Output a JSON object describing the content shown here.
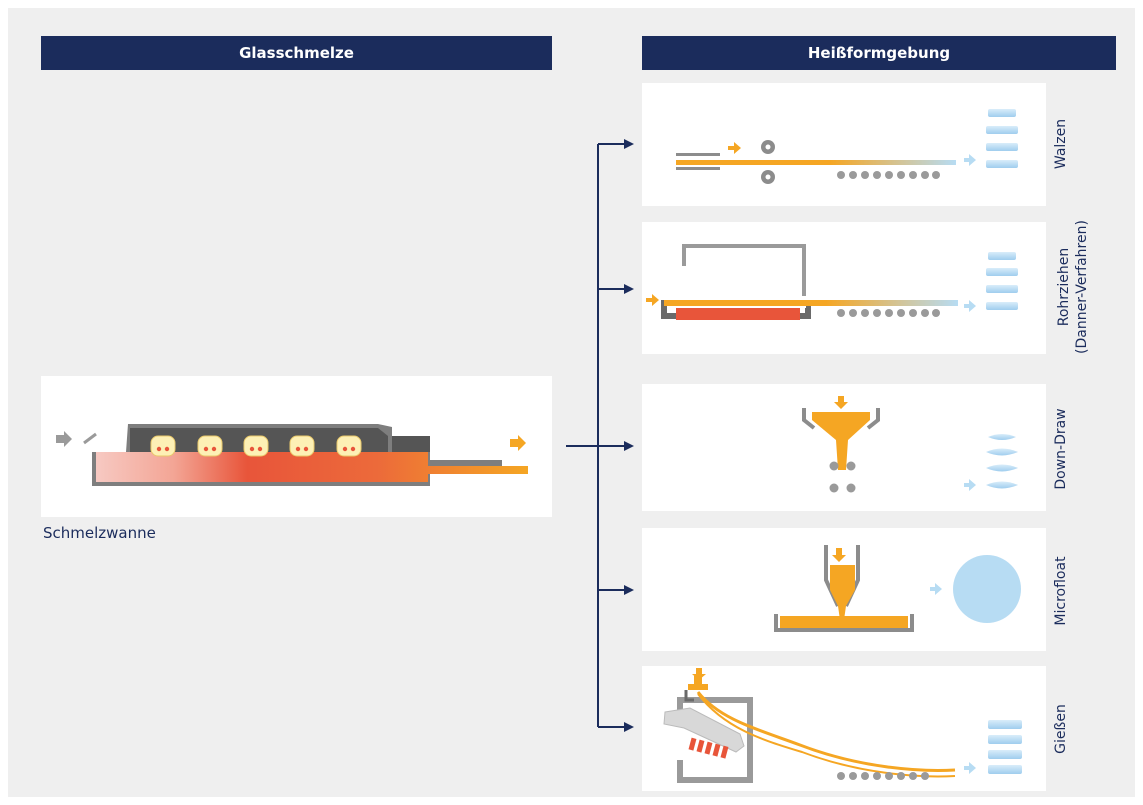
{
  "headers": {
    "left": "Glasschmelze",
    "right": "Heißformgebung"
  },
  "melting": {
    "caption": "Schmelzwanne"
  },
  "processes": [
    {
      "label": "Walzen"
    },
    {
      "label": "Rohrziehen",
      "label2": "(Danner-Verfahren)"
    },
    {
      "label": "Down-Draw"
    },
    {
      "label": "Microfloat"
    },
    {
      "label": "Gießen"
    }
  ],
  "colors": {
    "navy": "#1b2c5c",
    "orange": "#f5a623",
    "hot": "#e8553a",
    "glass": "#b7dcf3",
    "gray": "#8c8c8c",
    "background": "#efefef"
  }
}
